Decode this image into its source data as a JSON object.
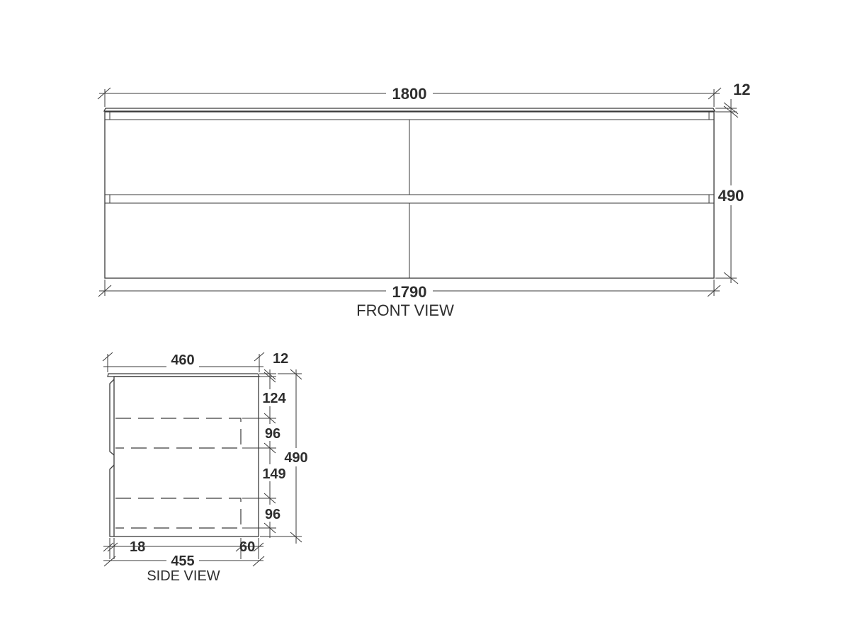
{
  "front_view": {
    "caption": "FRONT VIEW",
    "dims": {
      "top_width": "1800",
      "top_thickness": "12",
      "height": "490",
      "bottom_width": "1790"
    }
  },
  "side_view": {
    "caption": "SIDE VIEW",
    "dims": {
      "top_depth": "460",
      "top_thickness": "12",
      "gap_top": "124",
      "drawer_1": "96",
      "gap_mid": "149",
      "drawer_2": "96",
      "height": "490",
      "front_offset": "18",
      "back_offset": "60",
      "body_depth": "455"
    }
  }
}
